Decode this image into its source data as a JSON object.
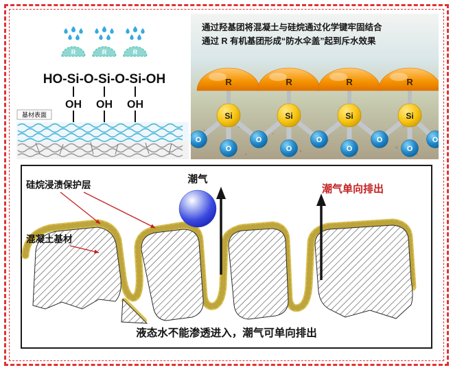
{
  "colors": {
    "frame_red": "#e03232",
    "label_red": "#c42020",
    "droplet_blue": "#36a9e1",
    "dome_teal": "#8fd8d2",
    "dome_orange": "#f59300",
    "si_yellow": "#f8c511",
    "o_blue": "#1f86c9",
    "coating_tan": "#d8c050"
  },
  "icons": {
    "rain": "water-droplets-icon",
    "teal_cap": "hydrophobic-cap-icon",
    "orange_cap": "r-group-umbrella-icon",
    "moisture_ball": "moisture-sphere-icon",
    "up_arrow": "up-arrow-icon"
  },
  "top_left": {
    "r_label": "R",
    "formula": "HO-Si-O-Si-O-Si-OH",
    "oh_labels": [
      "OH",
      "OH",
      "OH"
    ],
    "surface_label": "基材表面"
  },
  "top_right": {
    "caption_line1": "通过羟基团将混凝土与硅烷通过化学键牢固结合",
    "caption_line2": "通过 R 有机基团形成“防水伞盖”起到斥水效果",
    "r_label": "R",
    "si_label": "Si",
    "o_label": "O"
  },
  "bottom": {
    "coating_label": "硅烷浸渍保护层",
    "substrate_label": "混凝土基材",
    "moisture_label": "潮气",
    "one_way_label": "潮气单向排出",
    "caption": "液态水不能渗透进入，潮气可单向排出"
  }
}
